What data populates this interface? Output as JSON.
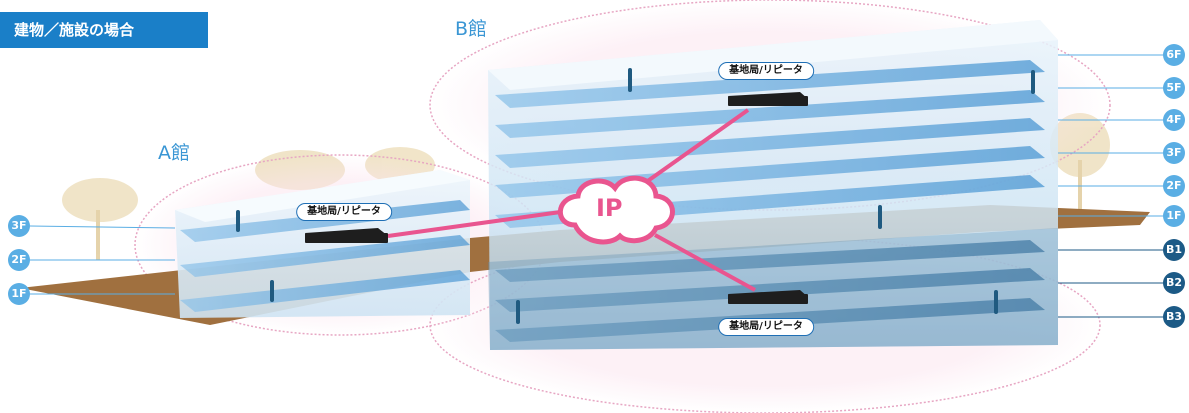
{
  "header": {
    "title": "建物／施設の場合"
  },
  "building_a": {
    "title": "A館",
    "floors": [
      "3F",
      "2F",
      "1F"
    ]
  },
  "building_b": {
    "title": "B館",
    "floors": [
      "6F",
      "5F",
      "4F",
      "3F",
      "2F",
      "1F",
      "B1",
      "B2",
      "B3"
    ]
  },
  "device_label": "基地局/リピータ",
  "network": {
    "label": "IP"
  },
  "colors": {
    "header_bg": "#1a7fc8",
    "building_title": "#3a96d4",
    "floor_above": "#5aaee4",
    "floor_below": "#1c5a86",
    "ip_link": "#e9558f",
    "ground": "#9b6a3e"
  }
}
